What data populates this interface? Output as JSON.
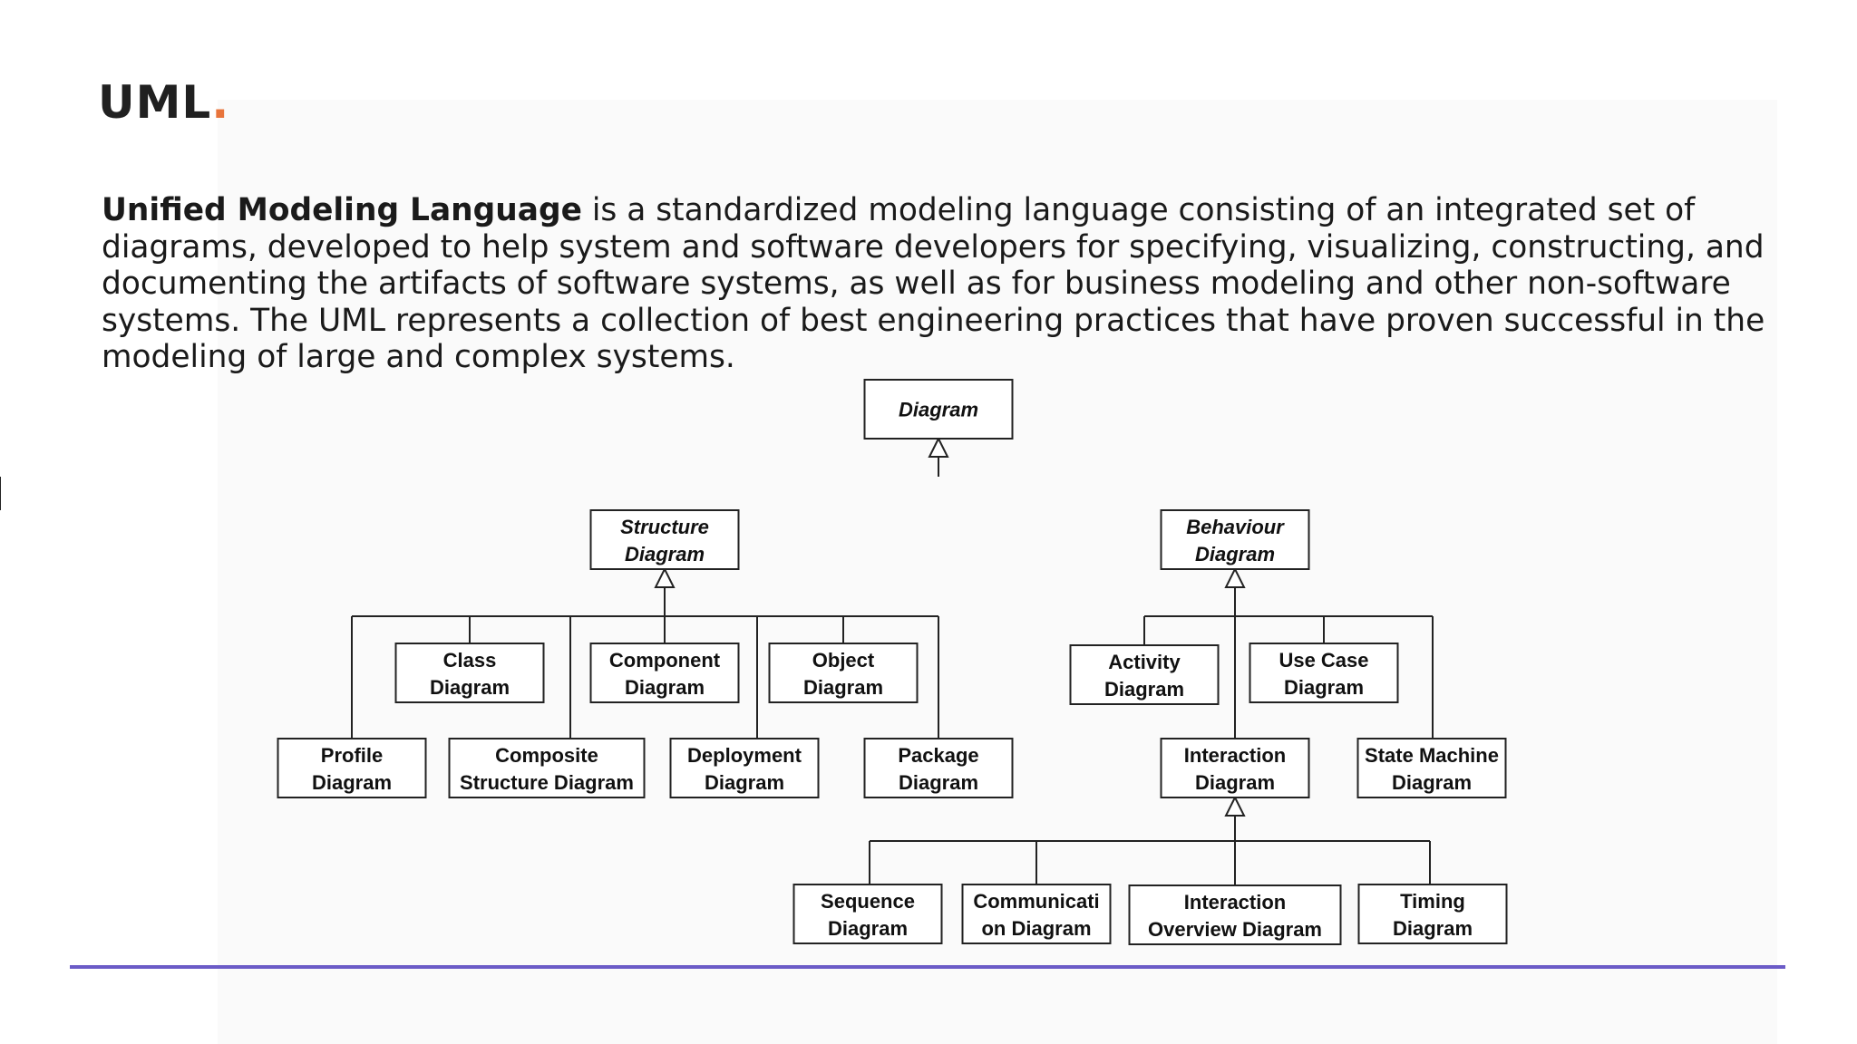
{
  "logo": {
    "text": "UML",
    "dot": ".",
    "dot_color": "#e8743b"
  },
  "intro": {
    "term": "Unified Modeling Language",
    "text": " is a standardized modeling language consisting of an integrated set of diagrams, developed to help system and software developers for specifying, visualizing, constructing, and documenting the artifacts of software systems, as well as for business modeling and other non-software systems. The UML represents a collection of best engineering practices that have proven successful in the modeling of large and complex systems."
  },
  "divider_color": "#6b5bc7",
  "diagram": {
    "nodes": [
      {
        "id": "diagram",
        "lines": [
          "Diagram"
        ],
        "italic": true
      },
      {
        "id": "structure",
        "lines": [
          "Structure",
          "Diagram"
        ],
        "italic": true
      },
      {
        "id": "behaviour",
        "lines": [
          "Behaviour",
          "Diagram"
        ],
        "italic": true
      },
      {
        "id": "class",
        "lines": [
          "Class",
          "Diagram"
        ]
      },
      {
        "id": "component",
        "lines": [
          "Component",
          "Diagram"
        ]
      },
      {
        "id": "object",
        "lines": [
          "Object",
          "Diagram"
        ]
      },
      {
        "id": "profile",
        "lines": [
          "Profile",
          "Diagram"
        ]
      },
      {
        "id": "composite",
        "lines": [
          "Composite",
          "Structure Diagram"
        ]
      },
      {
        "id": "deployment",
        "lines": [
          "Deployment",
          "Diagram"
        ]
      },
      {
        "id": "package",
        "lines": [
          "Package",
          "Diagram"
        ]
      },
      {
        "id": "activity",
        "lines": [
          "Activity",
          "Diagram"
        ]
      },
      {
        "id": "usecase",
        "lines": [
          "Use Case",
          "Diagram"
        ]
      },
      {
        "id": "interaction",
        "lines": [
          "Interaction",
          "Diagram"
        ]
      },
      {
        "id": "statemachine",
        "lines": [
          "State Machine",
          "Diagram"
        ]
      },
      {
        "id": "sequence",
        "lines": [
          "Sequence",
          "Diagram"
        ]
      },
      {
        "id": "communication",
        "lines": [
          "Communicati",
          "on Diagram"
        ]
      },
      {
        "id": "interactionoverview",
        "lines": [
          "Interaction",
          "Overview Diagram"
        ]
      },
      {
        "id": "timing",
        "lines": [
          "Timing",
          "Diagram"
        ]
      }
    ],
    "edges": [
      {
        "parent": "diagram",
        "children": [
          "structure",
          "behaviour"
        ]
      },
      {
        "parent": "structure",
        "children": [
          "class",
          "component",
          "object",
          "profile",
          "composite",
          "deployment",
          "package"
        ]
      },
      {
        "parent": "behaviour",
        "children": [
          "activity",
          "usecase",
          "interaction",
          "statemachine"
        ]
      },
      {
        "parent": "interaction",
        "children": [
          "sequence",
          "communication",
          "interactionoverview",
          "timing"
        ]
      }
    ]
  }
}
